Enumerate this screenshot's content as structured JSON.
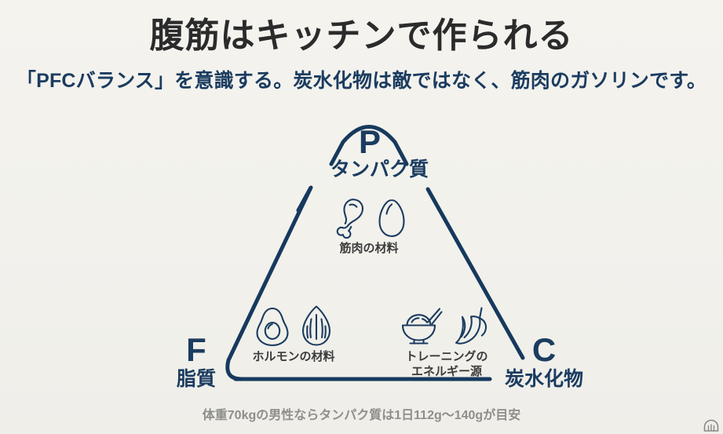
{
  "header": {
    "title": "腹筋はキッチンで作られる",
    "subtitle": "「PFCバランス」を意識する。炭水化物は敵ではなく、筋肉のガソリンです。"
  },
  "diagram": {
    "type": "pfc-balance-triangle",
    "corners": [
      {
        "key": "P",
        "letter": "P",
        "label": "タンパク質",
        "position": "apex",
        "caption": "筋肉の材料",
        "icons": [
          "chicken-drumstick-icon",
          "egg-icon"
        ]
      },
      {
        "key": "F",
        "letter": "F",
        "label": "脂質",
        "position": "bottom-left",
        "caption": "ホルモンの材料",
        "icons": [
          "avocado-icon",
          "almond-icon"
        ]
      },
      {
        "key": "C",
        "letter": "C",
        "label": "炭水化物",
        "position": "bottom-right",
        "caption": "トレーニングの\nエネルギー源",
        "caption_line1": "トレーニングの",
        "caption_line2": "エネルギー源",
        "icons": [
          "rice-bowl-icon",
          "banana-icon"
        ]
      }
    ]
  },
  "footnote": "体重70kgの男性ならタンパク質は1日112g〜140gが目安",
  "colors": {
    "background": "#f2f1ec",
    "title": "#2b2b2b",
    "navy": "#1b3c60",
    "line": "#16395e",
    "caption": "#3b3b3b",
    "footnote": "#8e8e8a"
  }
}
